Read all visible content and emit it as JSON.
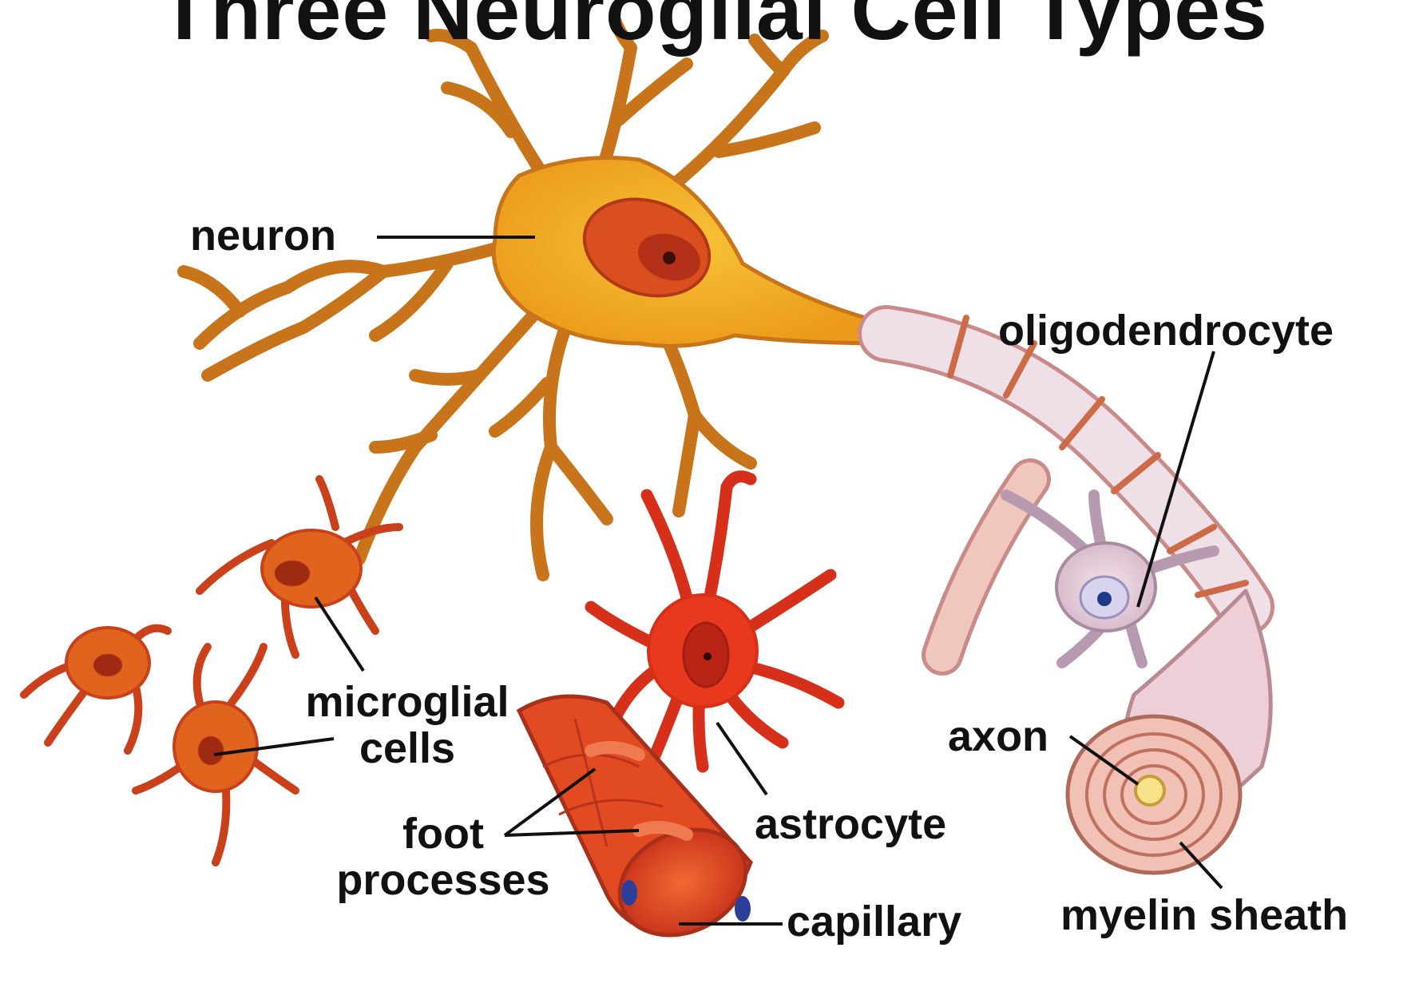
{
  "title": "Three Neuroglial Cell Types",
  "labels": {
    "neuron": "neuron",
    "oligodendrocyte": "oligodendrocyte",
    "microglial_line1": "microglial",
    "microglial_line2": "cells",
    "axon": "axon",
    "astrocyte": "astrocyte",
    "foot_line1": "foot",
    "foot_line2": "processes",
    "capillary": "capillary",
    "myelin_sheath": "myelin sheath"
  },
  "colors": {
    "neuron_fill": "#f2a81e",
    "neuron_edge": "#c8741a",
    "glia_red": "#e8391e",
    "microglia_fill": "#e0641e",
    "capillary_fill": "#e24a22",
    "oligo_fill": "#e9d3dc",
    "myelin_fill": "#f1c1b6",
    "line": "#111111"
  }
}
